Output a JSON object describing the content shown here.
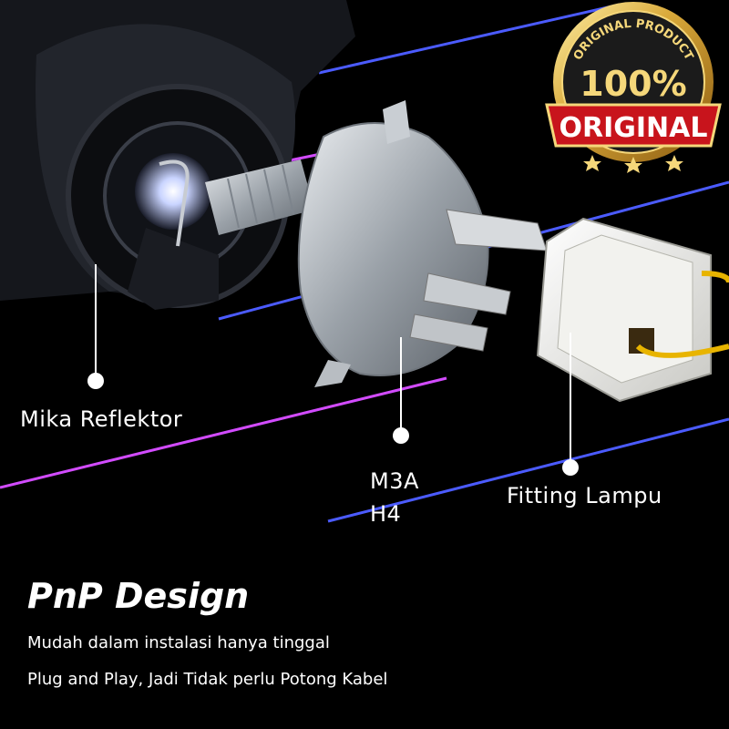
{
  "callouts": {
    "reflector": "Mika Reflektor",
    "model_line1": "M3A",
    "model_line2": "H4",
    "fitting": "Fitting Lampu"
  },
  "headline": "PnP Design",
  "description": {
    "line1": "Mudah dalam instalasi hanya tinggal",
    "line2": "Plug and Play, Jadi Tidak perlu Potong Kabel"
  },
  "badge": {
    "top_text": "ORIGINAL PRODUCT",
    "percent": "100%",
    "ribbon": "ORIGINAL"
  },
  "colors": {
    "background": "#000000",
    "neon_blue": "#4b5bff",
    "neon_magenta": "#d24bff",
    "badge_gold": "#d9a93a",
    "badge_red": "#c8141c"
  }
}
